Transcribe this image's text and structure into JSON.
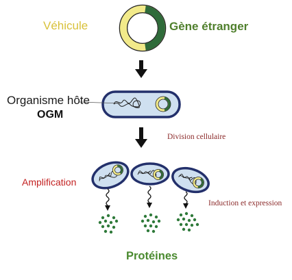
{
  "labels": {
    "vehicle": "Véhicule",
    "foreign_gene": "Gène étranger",
    "host_organism": "Organisme hôte",
    "gmo": "OGM",
    "cell_division": "Division cellulaire",
    "amplification": "Amplification",
    "induction_expression": "Induction et expression",
    "proteins": "Protéines"
  },
  "colors": {
    "vector_ring": "#f2ea8a",
    "vector_outline": "#222222",
    "foreign_gene_segment": "#2f6b3a",
    "cell_fill": "#cfe0f0",
    "cell_border": "#23306b",
    "protein_dot": "#2f7a3a",
    "arrow": "#111111"
  },
  "daughter_cell_count": 3
}
